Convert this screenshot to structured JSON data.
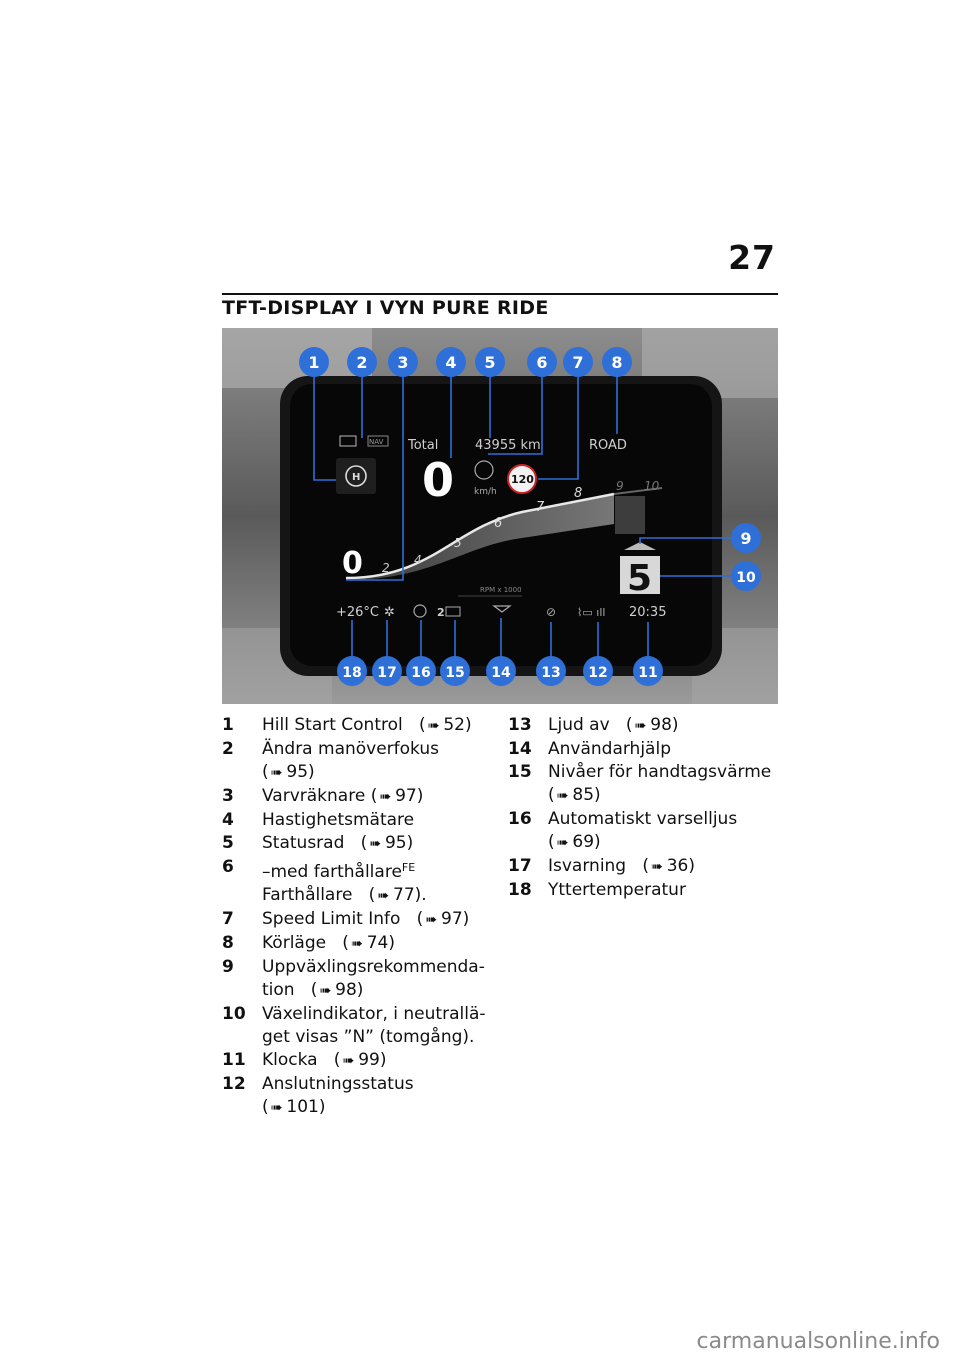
{
  "page": {
    "number": "27",
    "section_title": "TFT-DISPLAY I VYN PURE RIDE"
  },
  "display": {
    "total_label": "Total",
    "odometer": "43955 km",
    "mode": "ROAD",
    "speed": "0",
    "speed_unit": "km/h",
    "speed_limit": "120",
    "gear": "5",
    "rpm_label": "RPM x 1000",
    "rpm_scale": [
      "0",
      "2",
      "4",
      "5",
      "6",
      "7",
      "8",
      "9",
      "10"
    ],
    "temperature": "+26°C",
    "heat_level": "2",
    "clock": "20:35",
    "nav_label": "NAV"
  },
  "callouts": [
    "1",
    "2",
    "3",
    "4",
    "5",
    "6",
    "7",
    "8",
    "9",
    "10",
    "11",
    "12",
    "13",
    "14",
    "15",
    "16",
    "17",
    "18"
  ],
  "legend_left": [
    {
      "num": "1",
      "text": "Hill Start Control",
      "ref": "52)"
    },
    {
      "num": "2",
      "text": "Ändra manöverfokus",
      "ref": "95)"
    },
    {
      "num": "3",
      "text": "Varvräknare (",
      "ref": "97)"
    },
    {
      "num": "4",
      "text": "Hastighetsmätare"
    },
    {
      "num": "5",
      "text": "Statusrad",
      "ref": "95)"
    },
    {
      "num": "6",
      "text": "–med farthållare",
      "sup": "FE",
      "text2": "Farthållare",
      "ref": "77)."
    },
    {
      "num": "7",
      "text": "Speed Limit Info",
      "ref": "97)"
    },
    {
      "num": "8",
      "text": "Körläge",
      "ref": "74)"
    },
    {
      "num": "9",
      "text": "Uppväxlingsrekommenda-",
      "text2": "tion",
      "ref": "98)"
    },
    {
      "num": "10",
      "text": "Växelindikator, i neutrallä-",
      "text2": "get visas ”N” (tomgång)."
    },
    {
      "num": "11",
      "text": "Klocka",
      "ref": "99)"
    },
    {
      "num": "12",
      "text": "Anslutningsstatus",
      "ref": "101)"
    }
  ],
  "legend_right": [
    {
      "num": "13",
      "text": "Ljud av",
      "ref": "98)"
    },
    {
      "num": "14",
      "text": "Användarhjälp"
    },
    {
      "num": "15",
      "text": "Nivåer för handtagsvärme",
      "ref": "85)"
    },
    {
      "num": "16",
      "text": "Automatiskt varselljus",
      "ref": "69)"
    },
    {
      "num": "17",
      "text": "Isvarning",
      "ref": "36)"
    },
    {
      "num": "18",
      "text": "Yttertemperatur"
    }
  ],
  "ref_arrow": "➠",
  "watermark": "carmanualsonline.info",
  "colors": {
    "callout": "#2f6fd8",
    "display_bg": "#0b0b0b",
    "rpm_fill": "#6a6a6a"
  }
}
